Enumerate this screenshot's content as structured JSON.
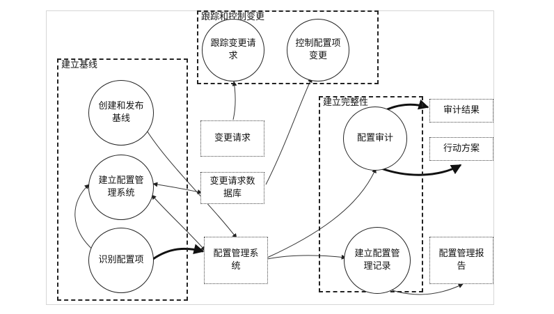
{
  "groups": {
    "baseline": "建立基线",
    "tracking": "跟踪和控制变更",
    "integrity": "建立完整性"
  },
  "nodes": {
    "create_release_baseline": "创建和发布\n基线",
    "establish_cm_system": "建立配置管\n理系统",
    "identify_config_items": "识别配置项",
    "track_change_requests": "跟踪变更请\n求",
    "control_config_changes": "控制配置项\n变更",
    "config_audit": "配置审计",
    "establish_cm_records": "建立配置管\n理记录"
  },
  "boxes": {
    "change_request": "变更请求",
    "change_request_db": "变更请求数\n据库",
    "cm_system": "配置管理系\n统",
    "audit_results": "审计结果",
    "action_plan": "行动方案",
    "cm_report": "配置管理报\n告"
  }
}
